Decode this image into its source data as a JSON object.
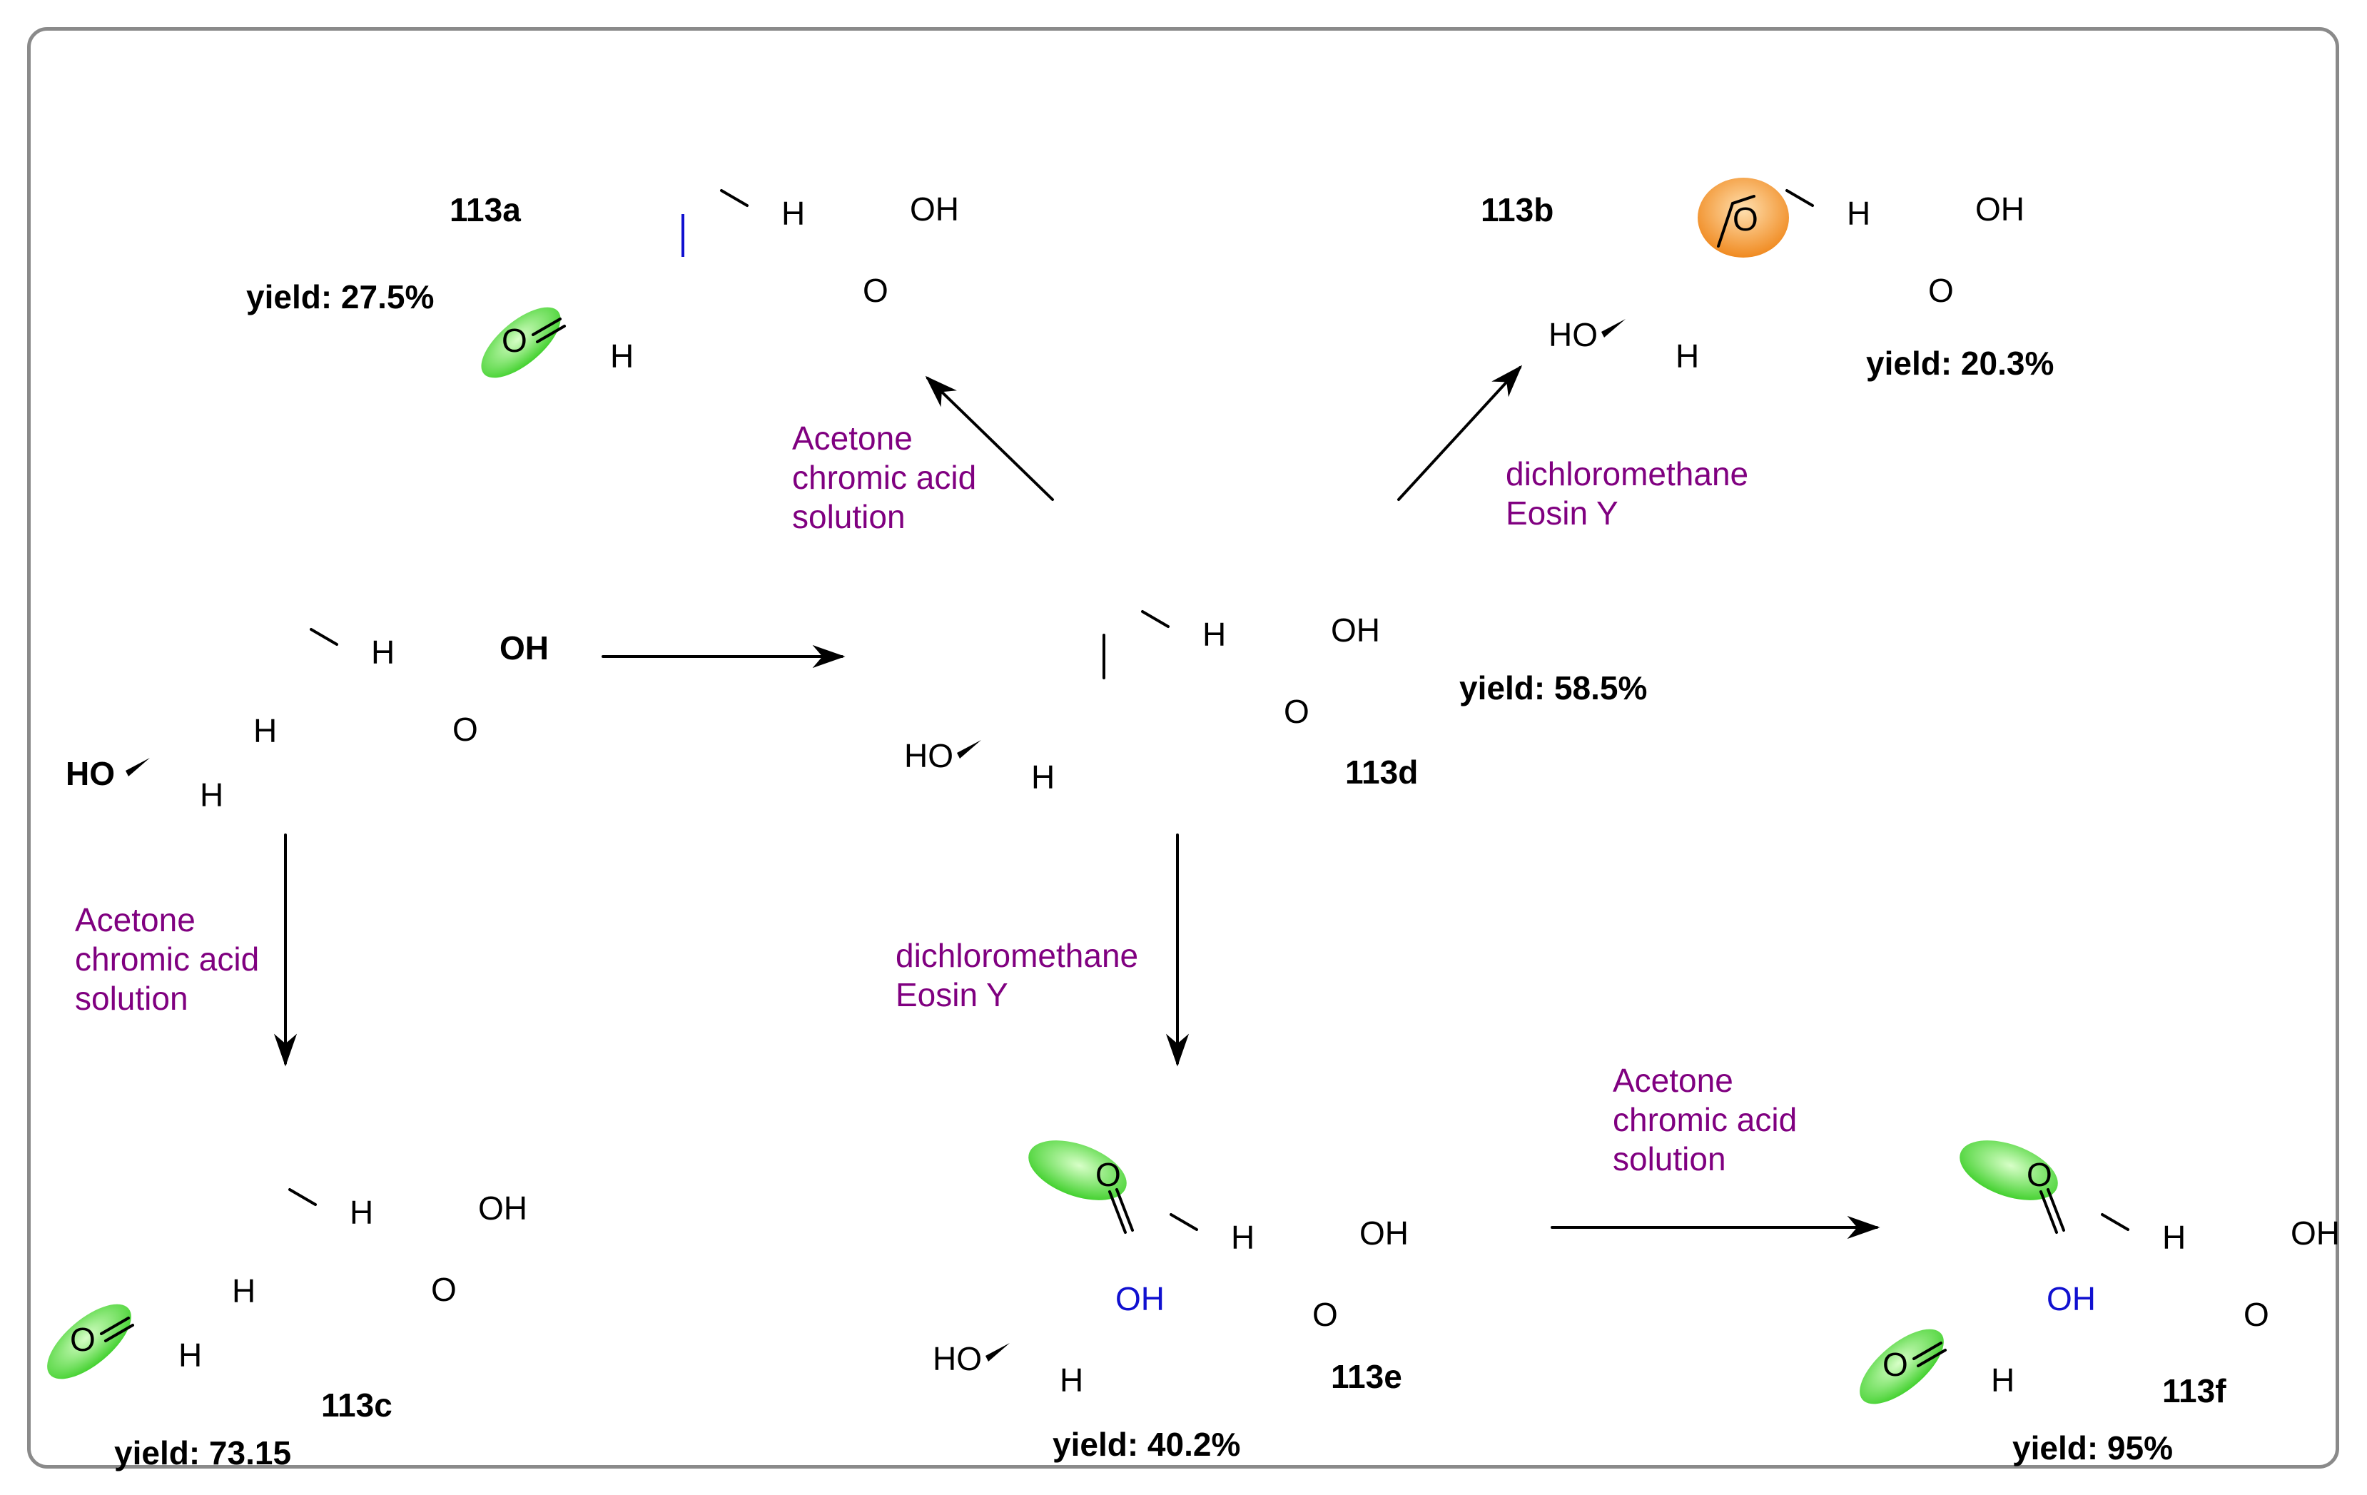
{
  "compounds": {
    "start": {
      "oh_left": "HO",
      "oh_acid": "OH",
      "carbonyl_o": "O",
      "h1": "H",
      "h2": "H",
      "h3": "H"
    },
    "c113a": {
      "label": "113a",
      "yield": "yield: 27.5%",
      "ketone_o": "O",
      "oh_acid": "OH",
      "carbonyl_o": "O",
      "h1": "H",
      "h2": "H"
    },
    "c113b": {
      "label": "113b",
      "yield": "yield: 20.3%",
      "oh_left": "HO",
      "oh_acid": "OH",
      "carbonyl_o": "O",
      "epoxide_o": "O",
      "h1": "H",
      "h2": "H"
    },
    "c113c": {
      "label": "113c",
      "yield": "yield: 73.15",
      "ketone_o": "O",
      "oh_acid": "OH",
      "carbonyl_o": "O",
      "h1": "H",
      "h2": "H",
      "h3": "H"
    },
    "c113d": {
      "label": "113d",
      "yield": "yield: 58.5%",
      "oh_left": "HO",
      "oh_acid": "OH",
      "carbonyl_o": "O",
      "h1": "H",
      "h2": "H"
    },
    "c113e": {
      "label": "113e",
      "yield": "yield: 40.2%",
      "oh_left": "HO",
      "oh_acid": "OH",
      "carbonyl_o": "O",
      "ketone_o": "O",
      "oh_blue": "OH",
      "h1": "H",
      "h2": "H"
    },
    "c113f": {
      "label": "113f",
      "yield": "yield: 95%",
      "oh_acid": "OH",
      "carbonyl_o": "O",
      "ketone_o": "O",
      "ketone2_o": "O",
      "oh_blue": "OH",
      "h1": "H",
      "h2": "H"
    }
  },
  "conditions": {
    "to_113a": [
      "Acetone",
      "chromic acid",
      "solution"
    ],
    "to_113b": [
      "dichloromethane",
      "Eosin Y"
    ],
    "to_113c": [
      "Acetone",
      "chromic acid",
      "solution"
    ],
    "to_113e": [
      "dichloromethane",
      "Eosin Y"
    ],
    "to_113f": [
      "Acetone",
      "chromic acid",
      "solution"
    ]
  },
  "colors": {
    "condition_text": "#800080",
    "highlight_green": "#5ddc4a",
    "highlight_orange": "#f39a3a",
    "blue_atom": "#1010d0",
    "border": "#8a8a8a"
  }
}
